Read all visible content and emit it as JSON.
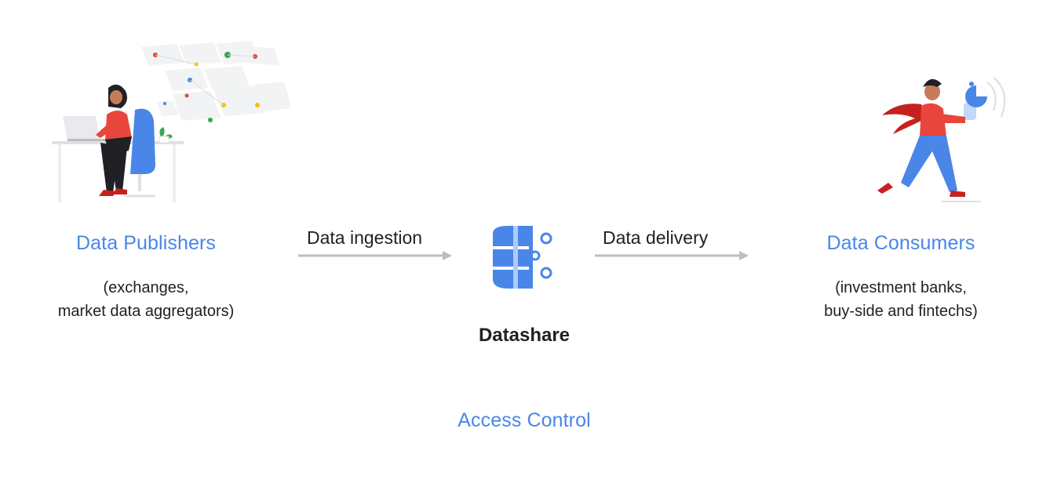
{
  "publishers": {
    "title": "Data Publishers",
    "line1": "(exchanges,",
    "line2": "market data aggregators)"
  },
  "ingestion": {
    "label": "Data ingestion"
  },
  "hub": {
    "label": "Datashare"
  },
  "delivery": {
    "label": "Data delivery"
  },
  "consumers": {
    "title": "Data Consumers",
    "line1": "(investment banks,",
    "line2": "buy-side and fintechs)"
  },
  "footer": {
    "label": "Access Control"
  },
  "colors": {
    "accent_blue": "#4a86e8",
    "red": "#e8453c",
    "arrow_gray": "#bdbdbd",
    "text_dark": "#202124"
  }
}
